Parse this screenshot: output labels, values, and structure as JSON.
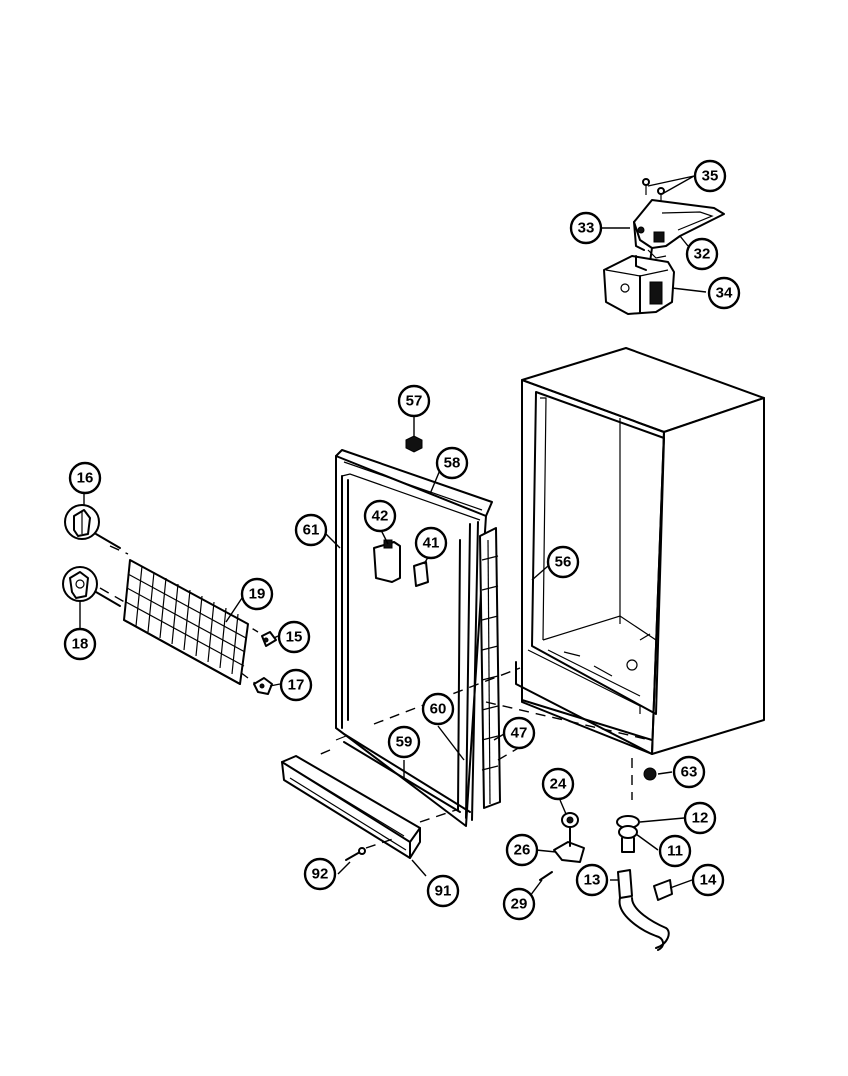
{
  "callouts": {
    "c35": "35",
    "c33": "33",
    "c32": "32",
    "c34": "34",
    "c57": "57",
    "c58": "58",
    "c61": "61",
    "c42": "42",
    "c41": "41",
    "c56": "56",
    "c16": "16",
    "c18": "18",
    "c19": "19",
    "c15": "15",
    "c17": "17",
    "c60": "60",
    "c47": "47",
    "c59": "59",
    "c63": "63",
    "c24": "24",
    "c12": "12",
    "c26": "26",
    "c11": "11",
    "c13": "13",
    "c14": "14",
    "c92": "92",
    "c91": "91",
    "c29": "29"
  }
}
